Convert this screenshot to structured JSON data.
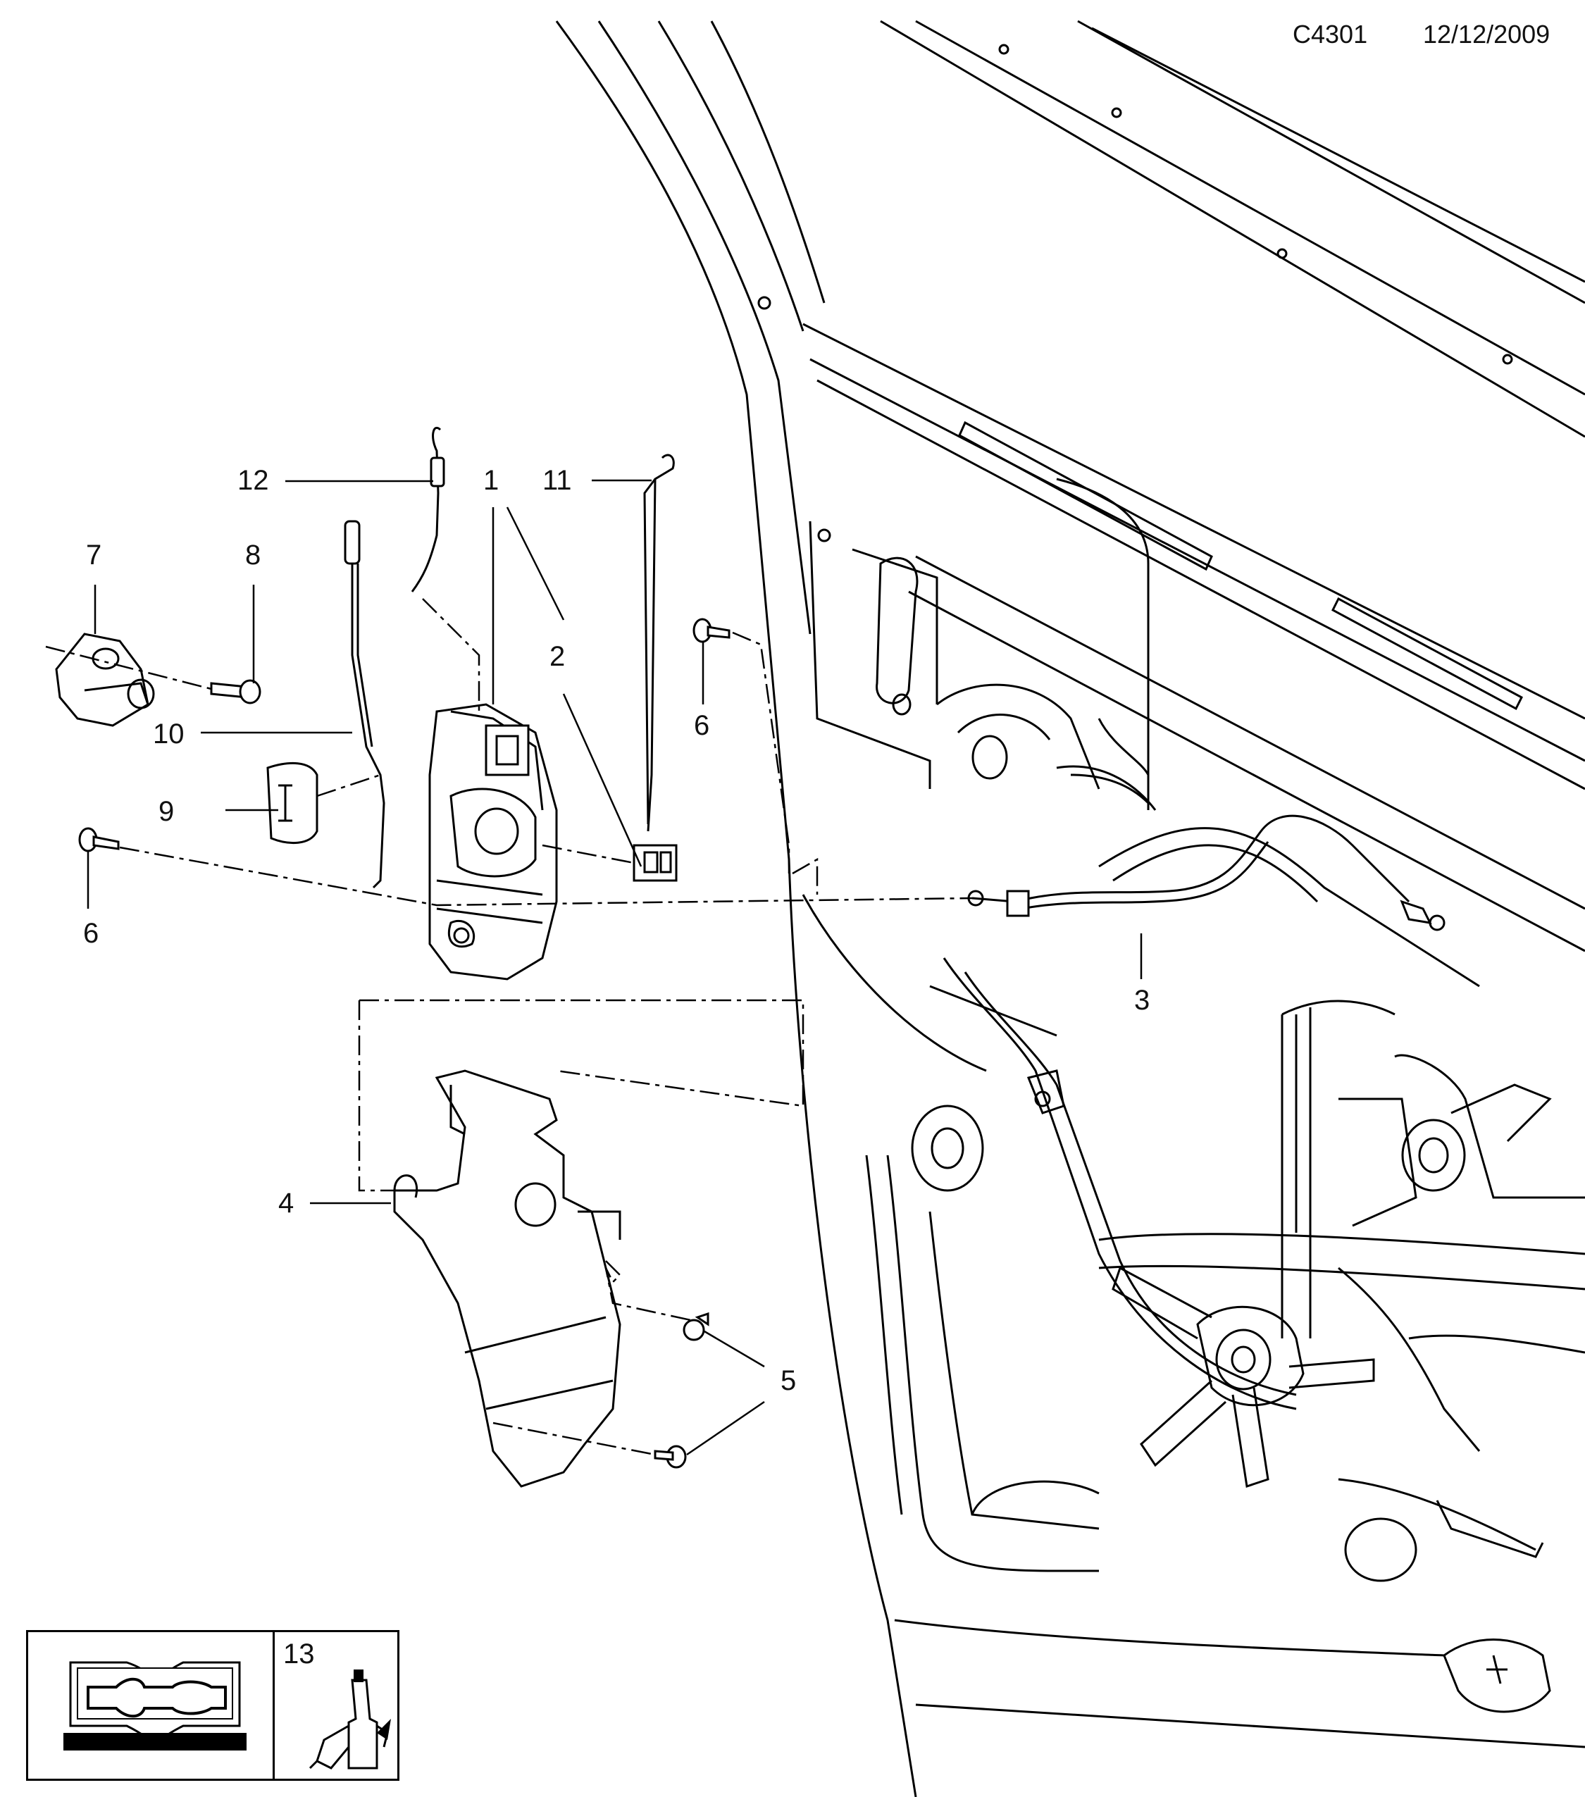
{
  "header": {
    "drawing_code": "C4301",
    "date": "12/12/2009"
  },
  "callouts": [
    {
      "id": "1",
      "label": "1"
    },
    {
      "id": "2",
      "label": "2"
    },
    {
      "id": "3",
      "label": "3"
    },
    {
      "id": "4",
      "label": "4"
    },
    {
      "id": "5",
      "label": "5"
    },
    {
      "id": "6a",
      "label": "6"
    },
    {
      "id": "6b",
      "label": "6"
    },
    {
      "id": "7",
      "label": "7"
    },
    {
      "id": "8",
      "label": "8"
    },
    {
      "id": "9",
      "label": "9"
    },
    {
      "id": "10",
      "label": "10"
    },
    {
      "id": "11",
      "label": "11"
    },
    {
      "id": "12",
      "label": "12"
    },
    {
      "id": "13",
      "label": "13"
    }
  ],
  "icons": {
    "manual": "service-manual-wrench-icon",
    "adhesive": "adhesive-bottle-icon"
  }
}
